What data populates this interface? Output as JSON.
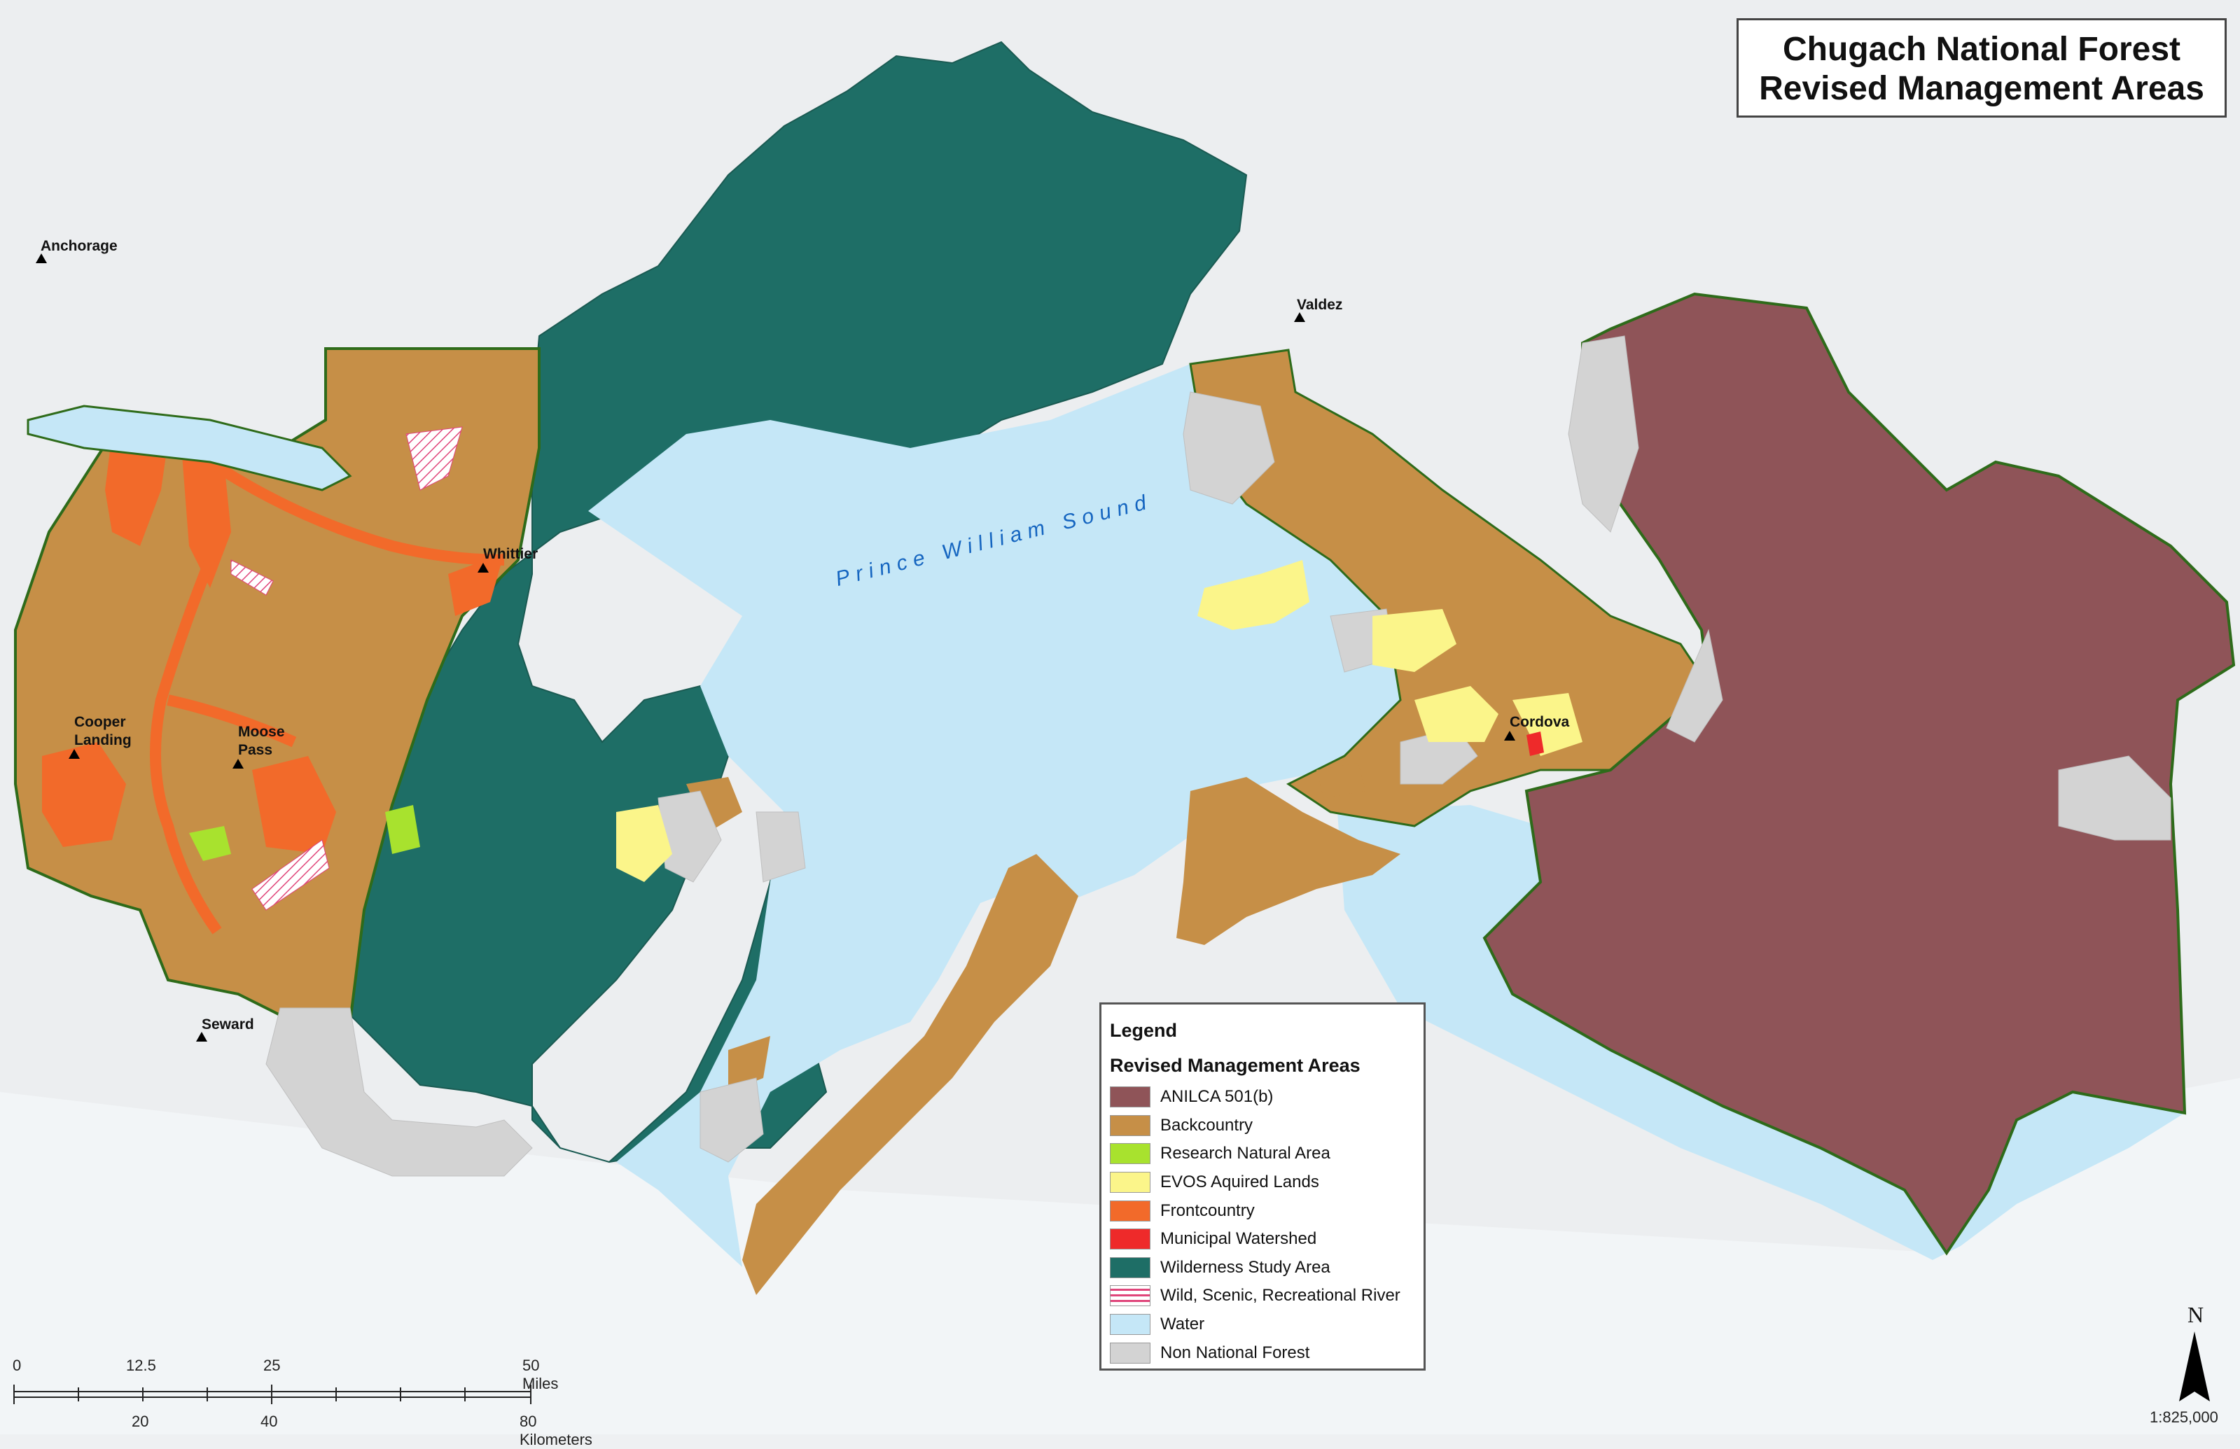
{
  "title": {
    "line1": "Chugach National Forest",
    "line2": "Revised Management Areas"
  },
  "legend": {
    "heading": "Legend",
    "subheading": "Revised Management Areas",
    "items": [
      {
        "label": "ANILCA 501(b)",
        "color": "#8f5458"
      },
      {
        "label": "Backcountry",
        "color": "#c68f47"
      },
      {
        "label": "Research Natural Area",
        "color": "#a8e22e"
      },
      {
        "label": "EVOS Aquired Lands",
        "color": "#fbf58a"
      },
      {
        "label": "Frontcountry",
        "color": "#f26a2a"
      },
      {
        "label": "Municipal Watershed",
        "color": "#ee2a2a"
      },
      {
        "label": "Wilderness Study Area",
        "color": "#1e6e66"
      },
      {
        "label": "Wild, Scenic, Recreational River",
        "color": "#ffffff",
        "pattern": "hatch-pink"
      },
      {
        "label": "Water",
        "color": "#c5e7f7"
      },
      {
        "label": "Non National Forest",
        "color": "#d3d3d3"
      }
    ]
  },
  "places": {
    "anchorage": "Anchorage",
    "valdez": "Valdez",
    "whittier": "Whittier",
    "cooper_landing_1": "Cooper",
    "cooper_landing_2": "Landing",
    "moose_pass_1": "Moose",
    "moose_pass_2": "Pass",
    "seward": "Seward",
    "cordova": "Cordova"
  },
  "water_label": "Prince William Sound",
  "scale": {
    "miles": [
      "0",
      "12.5",
      "25",
      "50 Miles"
    ],
    "km": [
      "20",
      "40",
      "80 Kilometers"
    ],
    "ratio": "1:825,000"
  },
  "north_label": "N"
}
